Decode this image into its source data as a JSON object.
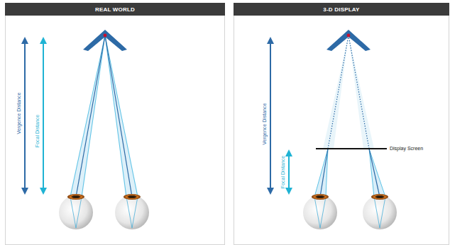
{
  "diagram": {
    "nodes": [
      {
        "text": [
          "REAL WORLD"
        ]
      },
      {
        "text": [
          "3-D DISPLAY"
        ]
      }
    ],
    "labels": [
      "Vergence Distance",
      "Focal Distance",
      "Vergence Distance",
      "Focal Distance",
      "Display Screen"
    ]
  }
}
